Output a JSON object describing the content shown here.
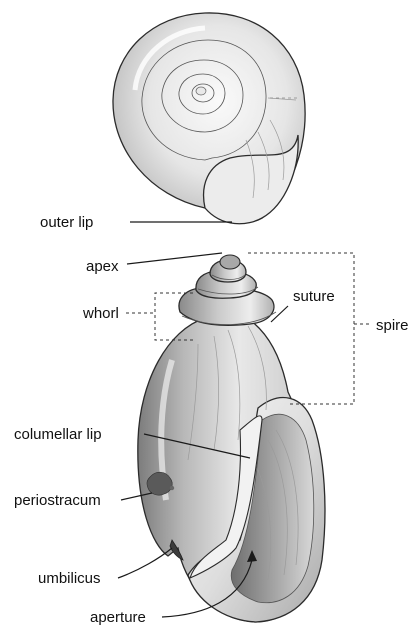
{
  "labels": {
    "outer_lip": "outer lip",
    "apex": "apex",
    "whorl": "whorl",
    "suture": "suture",
    "spire": "spire",
    "columellar_lip": "columellar lip",
    "periostracum": "periostracum",
    "umbilicus": "umbilicus",
    "aperture": "aperture"
  },
  "colors": {
    "shell_light": "#f4f4f4",
    "shell_mid": "#c8c8c8",
    "shell_dark": "#8a8a8a",
    "periostracum_patch": "#5a5a5a",
    "outline": "#2b2b2b"
  }
}
